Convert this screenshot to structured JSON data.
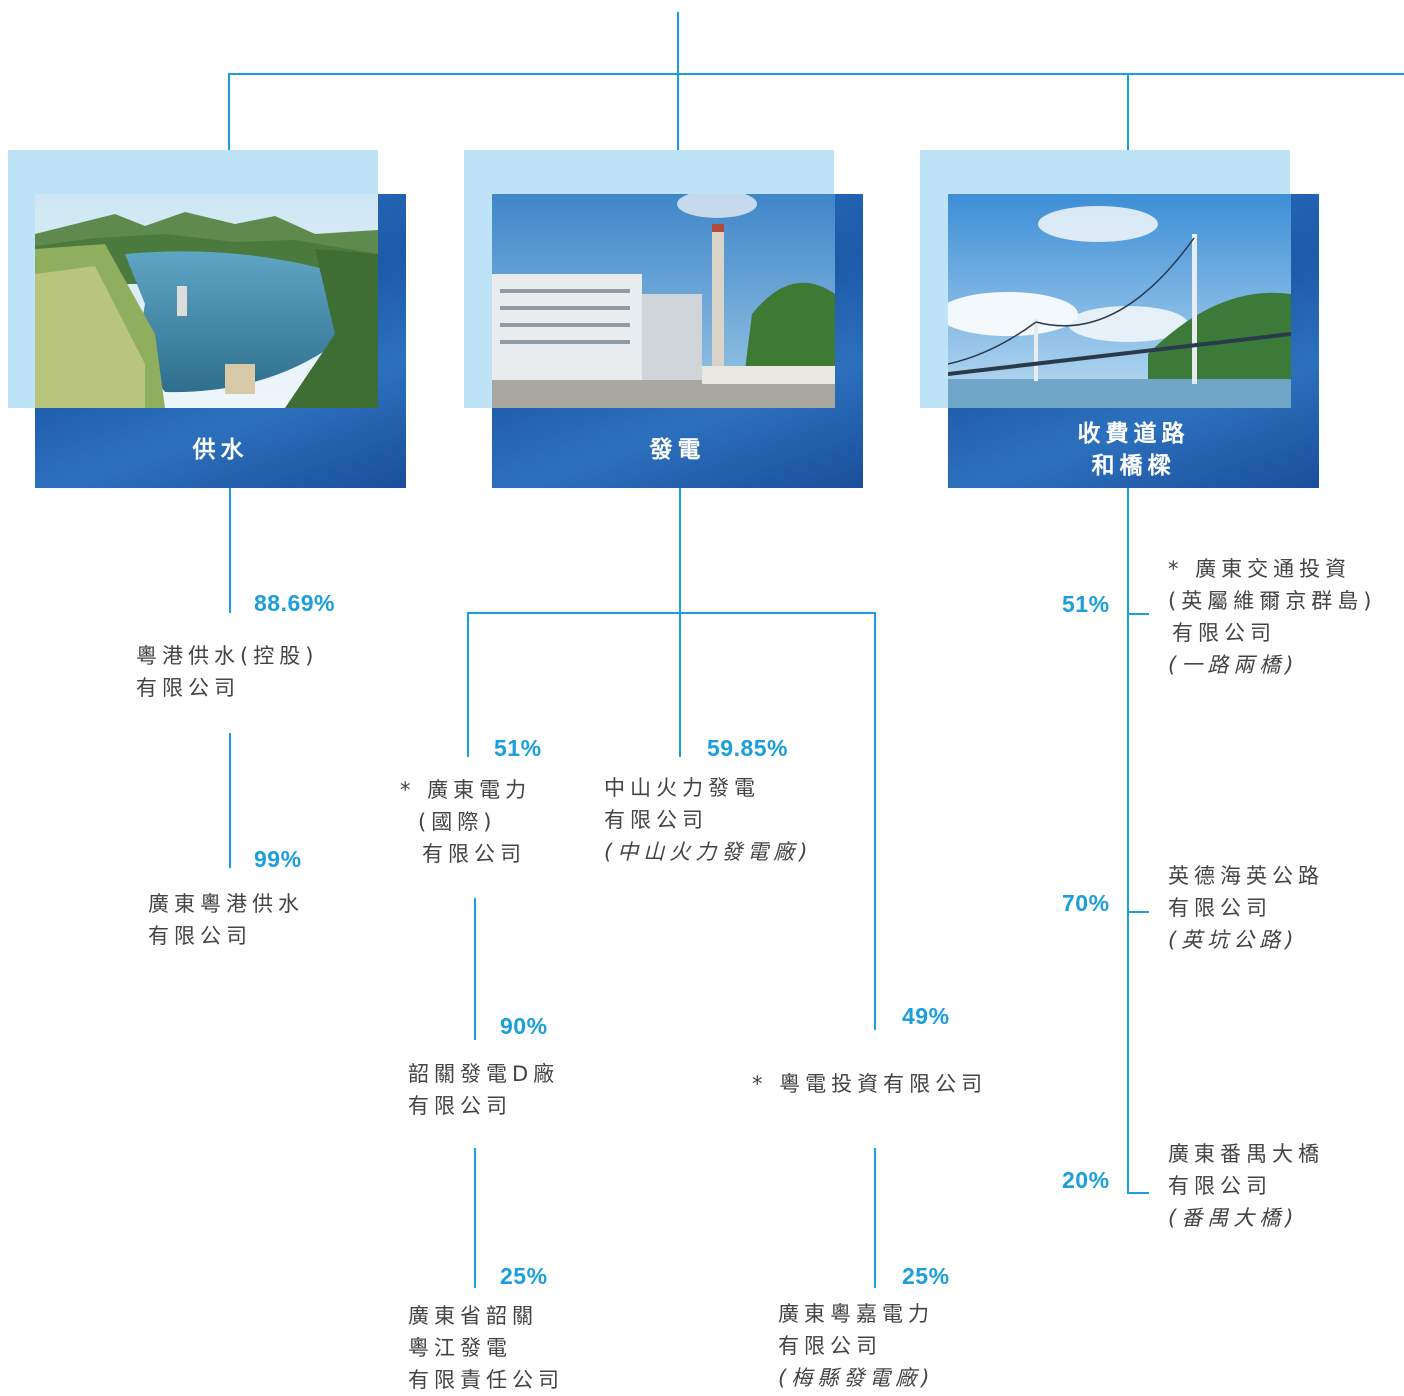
{
  "segments": {
    "water": {
      "label": "供水"
    },
    "power": {
      "label": "發電"
    },
    "roads": {
      "label_line1": "收費道路",
      "label_line2": "和橋樑"
    }
  },
  "water": {
    "pct1": "88.69%",
    "co1_line1": "粵港供水(控股)",
    "co1_line2": "有限公司",
    "pct2": "99%",
    "co2_line1": "廣東粵港供水",
    "co2_line2": "有限公司"
  },
  "power": {
    "gdp_pct": "51%",
    "gdp_line1": "* 廣東電力",
    "gdp_line2": "(國際)",
    "gdp_line3": "有限公司",
    "zs_pct": "59.85%",
    "zs_line1": "中山火力發電",
    "zs_line2": "有限公司",
    "zs_line3": "(中山火力發電廠)",
    "sg_pct": "90%",
    "sg_line1": "韶關發電D廠",
    "sg_line2": "有限公司",
    "yj_pct": "25%",
    "yj_line1": "廣東省韶關",
    "yj_line2": "粵江發電",
    "yj_line3": "有限責任公司",
    "yd_pct": "49%",
    "yd_line1": "* 粵電投資有限公司",
    "mx_pct": "25%",
    "mx_line1": "廣東粵嘉電力",
    "mx_line2": "有限公司",
    "mx_line3": "(梅縣發電廠)"
  },
  "roads": {
    "r1_pct": "51%",
    "r1_line1": "* 廣東交通投資",
    "r1_line2": "(英屬維爾京群島)",
    "r1_line3": "有限公司",
    "r1_line4": "(一路兩橋)",
    "r2_pct": "70%",
    "r2_line1": "英德海英公路",
    "r2_line2": "有限公司",
    "r2_line3": "(英坑公路)",
    "r3_pct": "20%",
    "r3_line1": "廣東番禺大橋",
    "r3_line2": "有限公司",
    "r3_line3": "(番禺大橋)"
  },
  "colors": {
    "line": "#1aa0de",
    "pct": "#1a9fdc",
    "panel_dark": "#1d5aa8",
    "panel_light": "#bfe3f6"
  }
}
